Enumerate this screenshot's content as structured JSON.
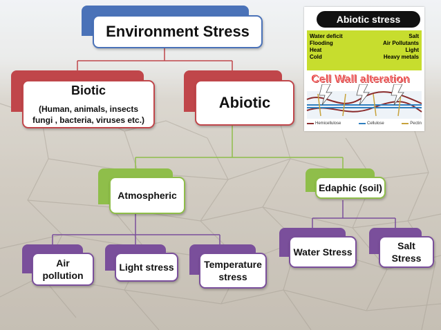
{
  "root": {
    "label": "Environment Stress"
  },
  "biotic": {
    "label": "Biotic",
    "detail_line1": "(Human, animals, insects",
    "detail_line2": "fungi , bacteria, viruses etc.)"
  },
  "abiotic": {
    "label": "Abiotic"
  },
  "atmospheric": {
    "label": "Atmospheric"
  },
  "edaphic": {
    "label": "Edaphic (soil)"
  },
  "leaves": {
    "air_pollution": {
      "line1": "Air",
      "line2": "pollution"
    },
    "light_stress": {
      "label": "Light stress"
    },
    "temperature_stress": {
      "line1": "Temperature",
      "line2": "stress"
    },
    "water_stress": {
      "label": "Water Stress"
    },
    "salt_stress": {
      "line1": "Salt",
      "line2": "Stress"
    }
  },
  "abiotic_image": {
    "header": "Abiotic stress",
    "left_factors": [
      "Water deficit",
      "Flooding",
      "Heat",
      "Cold"
    ],
    "right_factors": [
      "Salt",
      "Air Pollutants",
      "Light",
      "Heavy metals"
    ],
    "wall_title": "Cell Wall alteration",
    "legend": [
      "Hemicellulose",
      "Cellulose",
      "Pectin"
    ]
  },
  "colors": {
    "blue": "#4a72b8",
    "red": "#c0464a",
    "green": "#8fbe4a",
    "purple": "#7a4f9b"
  }
}
